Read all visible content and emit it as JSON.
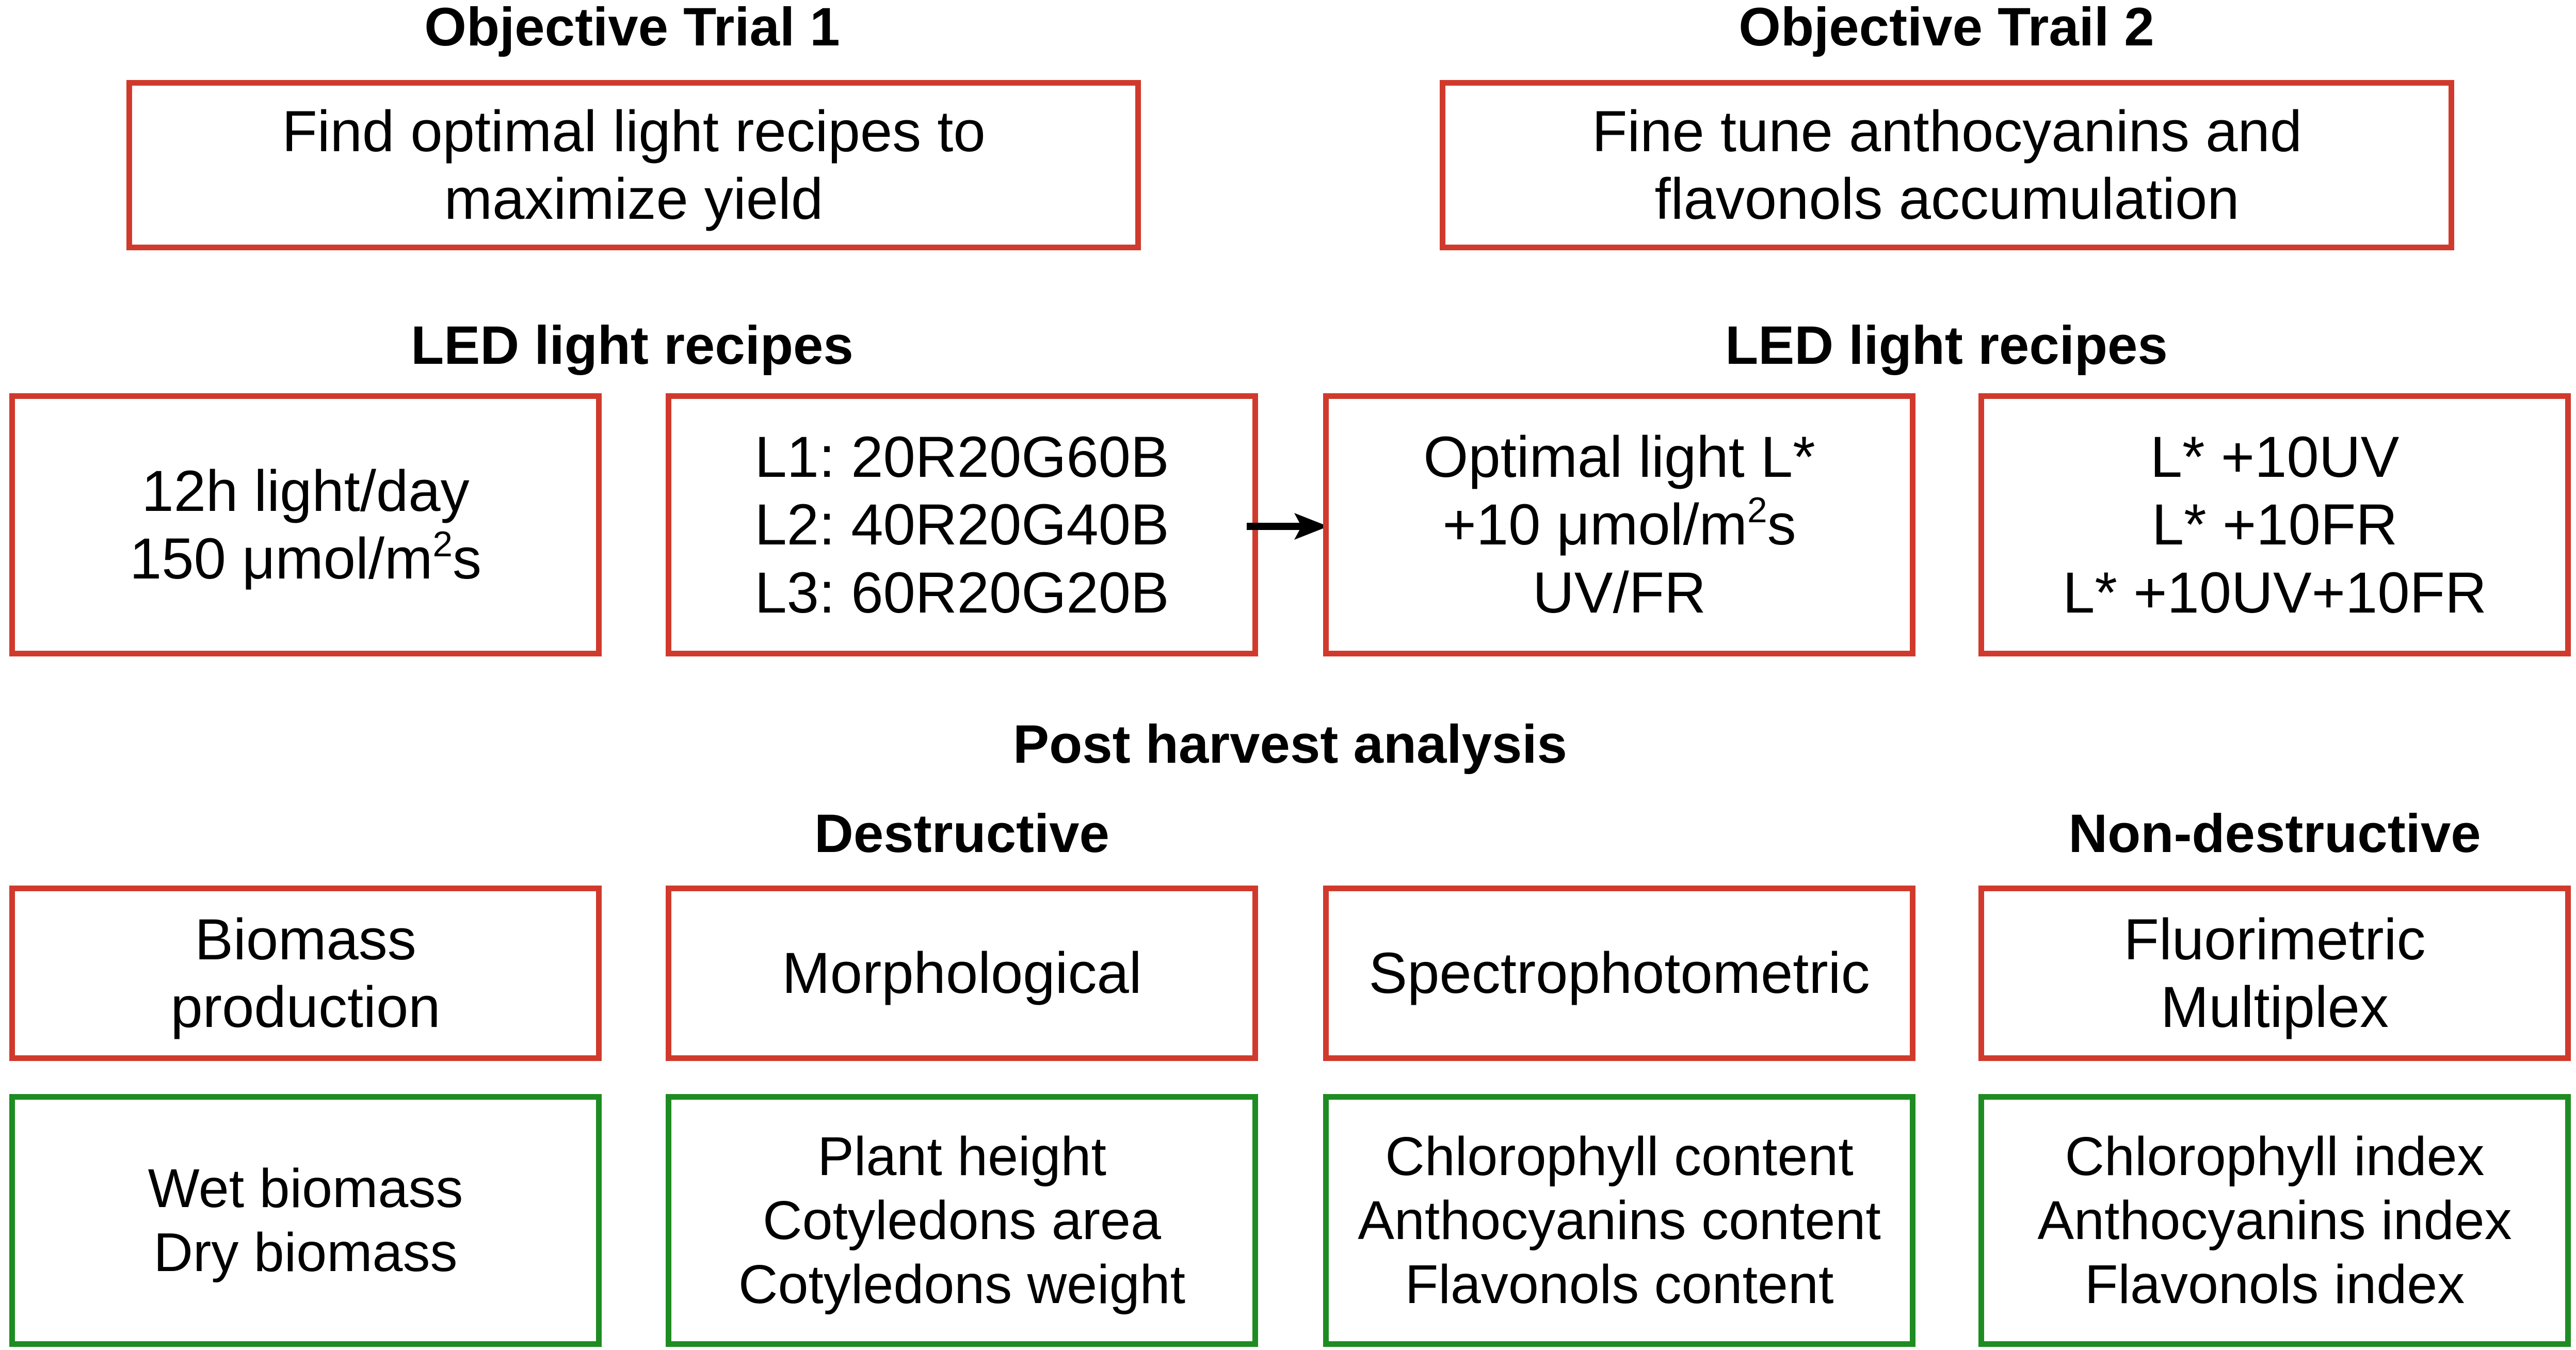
{
  "objectives": [
    {
      "title": "Objective Trial 1",
      "lines": [
        "Find optimal light recipes to",
        "maximize yield"
      ]
    },
    {
      "title": "Objective Trail 2",
      "lines": [
        "Fine tune anthocyanins and",
        "flavonols accumulation"
      ]
    }
  ],
  "led_recipes": {
    "heading_left": "LED light recipes",
    "heading_right": "LED light recipes",
    "boxes": [
      {
        "lines": [
          {
            "text": "12h light/day"
          },
          {
            "text": "150 μmol/m",
            "sup": "2",
            "after": "s"
          }
        ]
      },
      {
        "lines": [
          {
            "text": "L1: 20R20G60B"
          },
          {
            "text": "L2: 40R20G40B"
          },
          {
            "text": "L3: 60R20G20B"
          }
        ]
      },
      {
        "lines": [
          {
            "text": "Optimal light L*"
          },
          {
            "text": "+10 μmol/m",
            "sup": "2",
            "after": "s"
          },
          {
            "text": "UV/FR"
          }
        ]
      },
      {
        "lines": [
          {
            "text": "L* +10UV"
          },
          {
            "text": "L* +10FR"
          },
          {
            "text": "L* +10UV+10FR"
          }
        ]
      }
    ]
  },
  "post_harvest": {
    "title": "Post harvest analysis",
    "destructive_label": "Destructive",
    "non_destructive_label": "Non-destructive",
    "categories": [
      {
        "lines": [
          "Biomass",
          "production"
        ]
      },
      {
        "lines": [
          "Morphological"
        ]
      },
      {
        "lines": [
          "Spectrophotometric"
        ]
      },
      {
        "lines": [
          "Fluorimetric",
          "Multiplex"
        ]
      }
    ],
    "measures": [
      {
        "lines": [
          "Wet biomass",
          "Dry biomass"
        ]
      },
      {
        "lines": [
          "Plant height",
          "Cotyledons area",
          "Cotyledons weight"
        ]
      },
      {
        "lines": [
          "Chlorophyll content",
          "Anthocyanins content",
          "Flavonols content"
        ]
      },
      {
        "lines": [
          "Chlorophyll index",
          "Anthocyanins index",
          "Flavonols index"
        ]
      }
    ]
  },
  "colors": {
    "objective_border": "#d03a2c",
    "measure_border": "#1e8c22",
    "arrow": "#000000"
  }
}
